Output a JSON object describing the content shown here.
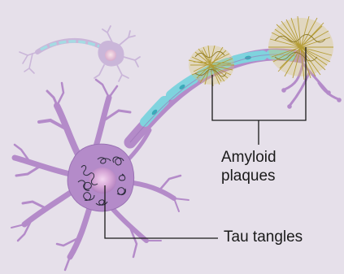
{
  "labels": {
    "amyloid_line1": "Amyloid",
    "amyloid_line2": "plaques",
    "tau": "Tau tangles"
  },
  "colors": {
    "background": "#e6e0ea",
    "neuron": "#b48bc9",
    "neuron_outline": "#9a72b4",
    "myelin": "#7fd3de",
    "myelin_core": "#4fb8c6",
    "plaque": "#b9a23a",
    "tangle": "#2a2a3a",
    "nucleus": "#c79bd1",
    "leader_line": "#1a1a1a"
  }
}
